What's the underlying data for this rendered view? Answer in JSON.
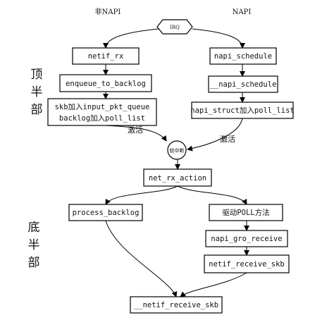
{
  "headers": {
    "left": "非NAPI",
    "right": "NAPI"
  },
  "sections": {
    "top": [
      "顶",
      "半",
      "部"
    ],
    "bottom": [
      "底",
      "半",
      "部"
    ]
  },
  "irq": "IRQ",
  "softirq": "软中断",
  "edge_labels": {
    "left_activate": "激活",
    "right_activate": "激活"
  },
  "nodes": {
    "netif_rx": "netif_rx",
    "enqueue_to_backlog": "enqueue_to_backlog",
    "skb_queue_line1": "skb加入input_pkt_queue",
    "skb_queue_line2": "backlog加入poll_list",
    "napi_schedule": "napi_schedule",
    "napi_schedule2": "__napi_schedule",
    "napi_struct_poll": "napi_struct加入poll_list",
    "net_rx_action": "net_rx_action",
    "process_backlog": "process_backlog",
    "driver_poll": "驱动POLL方法",
    "napi_gro_receive": "napi_gro_receive",
    "netif_receive_skb": "netif_receive_skb",
    "__netif_receive_skb": "__netif_receive_skb"
  }
}
